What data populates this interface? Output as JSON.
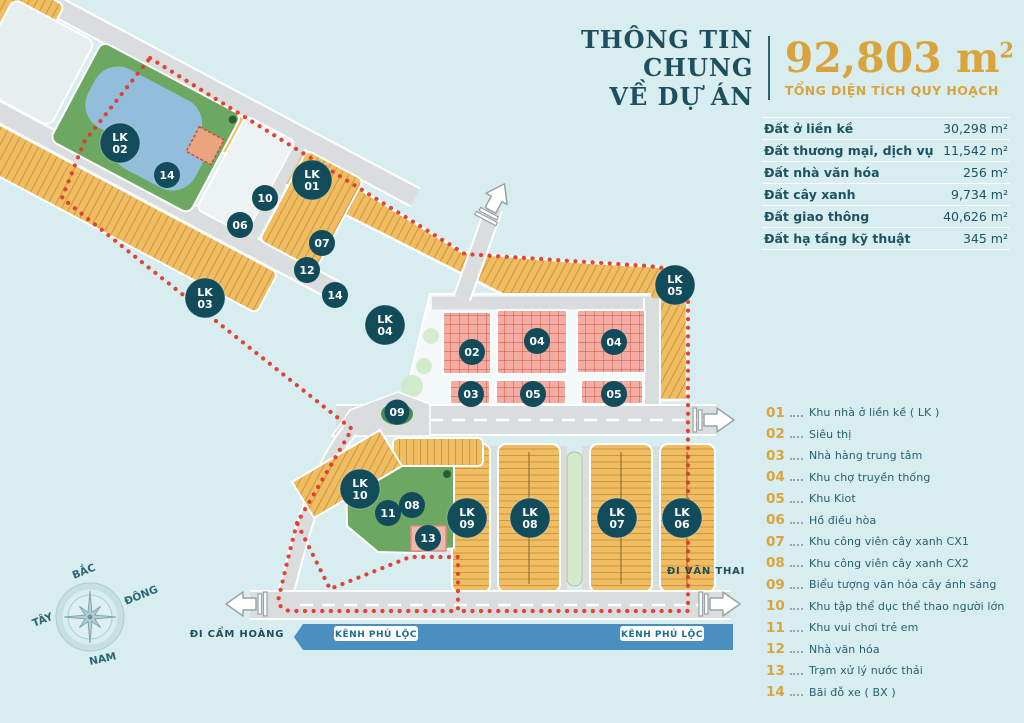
{
  "header": {
    "title_line1": "THÔNG TIN CHUNG",
    "title_line2": "VỀ DỰ ÁN",
    "area_value": "92,803 m",
    "area_sup": "2",
    "area_caption": "TỔNG DIỆN TÍCH QUY HOẠCH"
  },
  "stats": {
    "rows": [
      {
        "label": "Đất ở liền kề",
        "value": "30,298 m²"
      },
      {
        "label": "Đất thương mại, dịch vụ",
        "value": "11,542 m²"
      },
      {
        "label": "Đất nhà văn hóa",
        "value": "256 m²"
      },
      {
        "label": "Đất cây xanh",
        "value": "9,734 m²"
      },
      {
        "label": "Đất giao thông",
        "value": "40,626 m²"
      },
      {
        "label": "Đất hạ tầng kỹ thuật",
        "value": "345 m²"
      }
    ]
  },
  "legend": {
    "items": [
      {
        "num": "01",
        "label": "Khu nhà ở liền kề ( LK )"
      },
      {
        "num": "02",
        "label": "Siêu thị"
      },
      {
        "num": "03",
        "label": "Nhà hàng trung tâm"
      },
      {
        "num": "04",
        "label": "Khu chợ truyền thống"
      },
      {
        "num": "05",
        "label": "Khu Kiot"
      },
      {
        "num": "06",
        "label": "Hồ điều hòa"
      },
      {
        "num": "07",
        "label": "Khu công viên cây xanh CX1"
      },
      {
        "num": "08",
        "label": "Khu công viên cây xanh CX2"
      },
      {
        "num": "09",
        "label": "Biểu tượng văn hóa cây ánh sáng"
      },
      {
        "num": "10",
        "label": "Khu tập thể dục thể thao người lớn"
      },
      {
        "num": "11",
        "label": "Khu vui chơi trẻ em"
      },
      {
        "num": "12",
        "label": "Nhà văn hóa"
      },
      {
        "num": "13",
        "label": "Trạm xử lý nước thải"
      },
      {
        "num": "14",
        "label": "Bãi đỗ xe ( BX )"
      }
    ]
  },
  "map": {
    "road_labels": {
      "cam_hoang": "ĐI CẨM HOÀNG",
      "van_thai": "ĐI VĂN THAI"
    },
    "canal_label": "KÊNH PHÚ LỘC",
    "compass": {
      "n": "BẮC",
      "e": "ĐÔNG",
      "w": "TÂY",
      "s": "NAM"
    },
    "markers": {
      "lk01": [
        "LK",
        "01"
      ],
      "lk02": [
        "LK",
        "02"
      ],
      "lk03": [
        "LK",
        "03"
      ],
      "lk04": [
        "LK",
        "04"
      ],
      "lk05": [
        "LK",
        "05"
      ],
      "lk06": [
        "LK",
        "06"
      ],
      "lk07": [
        "LK",
        "07"
      ],
      "lk08": [
        "LK",
        "08"
      ],
      "lk09": [
        "LK",
        "09"
      ],
      "lk10": [
        "LK",
        "10"
      ],
      "n02": "02",
      "n03": "03",
      "n04a": "04",
      "n04b": "04",
      "n05a": "05",
      "n05b": "05",
      "n06": "06",
      "n07": "07",
      "n08": "08",
      "n09": "09",
      "n10": "10",
      "n11": "11",
      "n12": "12",
      "n13": "13",
      "n14a": "14",
      "n14b": "14"
    }
  },
  "colors": {
    "background": "#d8edf0",
    "accent_gold": "#d9a43c",
    "accent_teal": "#1d4f5e",
    "marker": "#124c5b",
    "plot_yellow": "#f1bd63",
    "commercial_pink": "#f3aca1",
    "park_green": "#6ca861",
    "lake_blue": "#93bedb",
    "canal_blue": "#4b8ec0",
    "boundary_red": "#e23a2c",
    "road_gray": "#dadddd"
  }
}
